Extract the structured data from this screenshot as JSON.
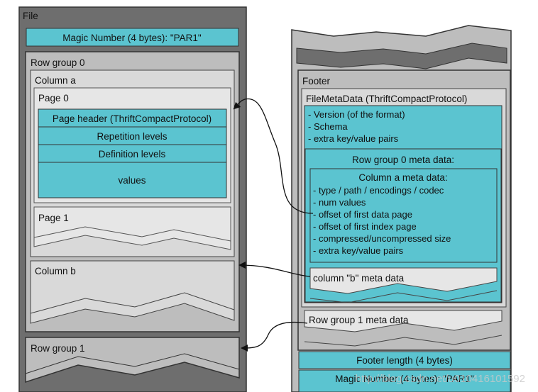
{
  "file_box": {
    "title": "File",
    "magic_number": "Magic Number (4 bytes): \"PAR1\"",
    "row_group_0": {
      "title": "Row group 0",
      "column_a": {
        "title": "Column a",
        "page_0": {
          "title": "Page 0",
          "page_header": "Page header (ThriftCompactProtocol)",
          "repetition_levels": "Repetition levels",
          "definition_levels": "Definition levels",
          "values": "values"
        },
        "page_1": "Page 1"
      },
      "column_b": "Column b"
    },
    "row_group_1": "Row group 1"
  },
  "footer_box": {
    "title": "Footer",
    "file_metadata": {
      "title": "FileMetaData (ThriftCompactProtocol)",
      "info_lines": [
        "- Version (of the format)",
        "- Schema",
        "- extra key/value pairs"
      ],
      "row_group_0_meta": {
        "title": "Row group 0 meta data:",
        "column_a_meta": {
          "title": "Column a meta data:",
          "lines": [
            "- type / path / encodings /  codec",
            "- num values",
            "- offset of first data page",
            "- offset of first index page",
            "- compressed/uncompressed size",
            "- extra key/value pairs"
          ]
        },
        "column_b_meta": "column \"b\" meta data"
      },
      "row_group_1_meta": "Row group 1 meta data"
    },
    "footer_length": "Footer length (4 bytes)",
    "magic_number": "Magic Number (4 bytes): \"PAR1\""
  },
  "watermark": "http://blog.csdn.net/u010416101592",
  "colors": {
    "outer_gray": "#6e6e6e",
    "mid_gray": "#bdbdbd",
    "light_gray": "#d9d9d9",
    "lighter_gray": "#e6e6e6",
    "teal": "#5bc4d0"
  }
}
